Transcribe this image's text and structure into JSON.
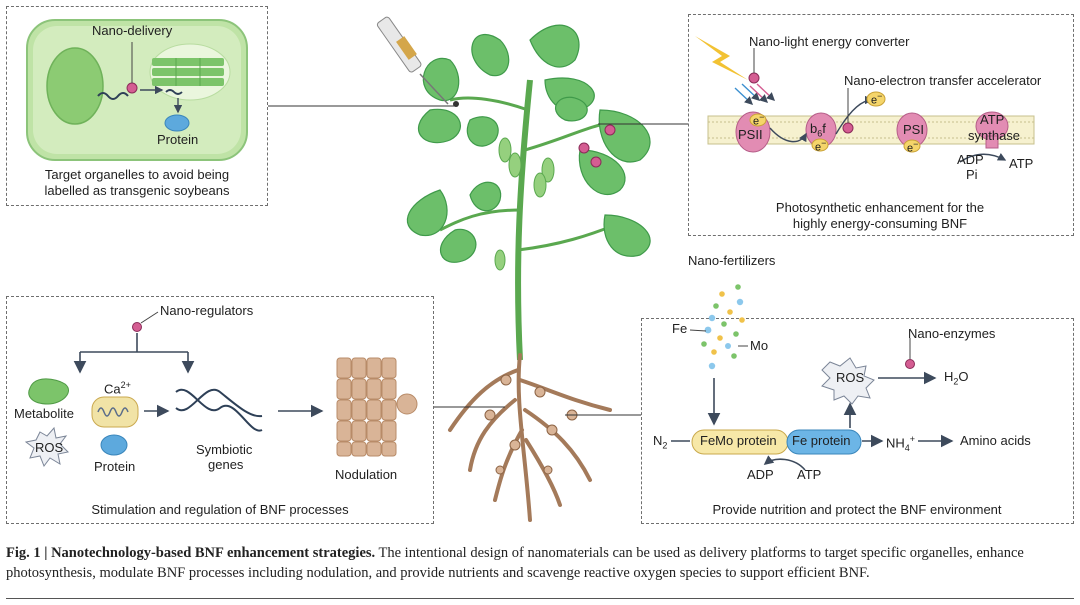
{
  "panels": {
    "target": {
      "delivery": "Nano-delivery",
      "protein": "Protein",
      "caption_line1": "Target organelles to avoid being",
      "caption_line2": "labelled as transgenic soybeans"
    },
    "photo": {
      "light_converter": "Nano-light energy converter",
      "electron_accel": "Nano-electron transfer accelerator",
      "psii": "PSII",
      "b6f": "b",
      "b6f_sub": "6",
      "b6f_tail": "f",
      "psi": "PSI",
      "atp_synthase_1": "ATP",
      "atp_synthase_2": "synthase",
      "adp": "ADP",
      "pi": "Pi",
      "atp": "ATP",
      "electron": "e",
      "electron_sup": "−",
      "caption_line1": "Photosynthetic enhancement for the",
      "caption_line2": "highly energy-consuming BNF"
    },
    "regulation": {
      "regulators": "Nano-regulators",
      "metabolite": "Metabolite",
      "ca": "Ca",
      "ca_sup": "2+",
      "ros": "ROS",
      "protein": "Protein",
      "symbiotic_1": "Symbiotic",
      "symbiotic_2": "genes",
      "nodulation": "Nodulation",
      "caption": "Stimulation and regulation of BNF processes"
    },
    "nutrition": {
      "fertilizers": "Nano-fertilizers",
      "fe": "Fe",
      "mo": "Mo",
      "enzymes": "Nano-enzymes",
      "ros": "ROS",
      "h2o_h": "H",
      "h2o_sub": "2",
      "h2o_o": "O",
      "n2": "N",
      "n2_sub": "2",
      "femo": "FeMo protein",
      "fe_protein": "Fe protein",
      "nh4": "NH",
      "nh4_sub": "4",
      "nh4_sup": "+",
      "amino": "Amino acids",
      "adp": "ADP",
      "atp": "ATP",
      "caption": "Provide nutrition and protect the BNF environment"
    }
  },
  "figure_caption": {
    "label": "Fig. 1 | Nanotechnology-based BNF enhancement strategies.",
    "text": " The intentional design of nanomaterials can be used as delivery platforms to target specific organelles, enhance photosynthesis, modulate BNF processes including nodulation, and provide nutrients and scavenge reactive oxygen species to support efficient BNF."
  },
  "colors": {
    "leaf": "#6cbf6a",
    "leaf_dark": "#3f9a4a",
    "pink": "#e07aa6",
    "root": "#a47a5a",
    "nodule": "#d9b497",
    "cell_green": "#cfe9b8",
    "blue_protein": "#5da9dd"
  }
}
